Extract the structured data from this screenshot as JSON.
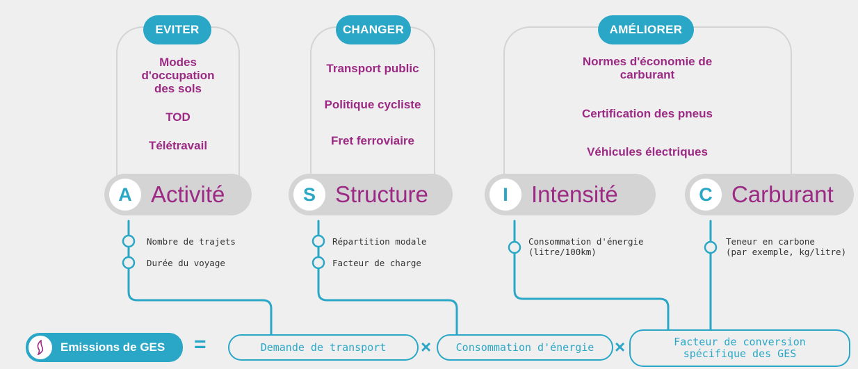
{
  "groups": [
    {
      "heading": "EVITER",
      "items": [
        "Modes d'occupation des sols",
        "TOD",
        "Télétravail"
      ]
    },
    {
      "heading": "CHANGER",
      "items": [
        "Transport public",
        "Politique cycliste",
        "Fret ferroviaire"
      ]
    },
    {
      "heading": "AMÉLIORER",
      "items": [
        "Normes d'économie de carburant",
        "Certification des pneus",
        "Véhicules électriques"
      ]
    }
  ],
  "categories": [
    {
      "letter": "A",
      "name": "Activité",
      "metrics": [
        "Nombre de trajets",
        "Durée du voyage"
      ]
    },
    {
      "letter": "S",
      "name": "Structure",
      "metrics": [
        "Répartition modale",
        "Facteur de charge"
      ]
    },
    {
      "letter": "I",
      "name": "Intensité",
      "metrics": [
        "Consommation d'énergie",
        "(litre/100km)"
      ]
    },
    {
      "letter": "C",
      "name": "Carburant",
      "metrics": [
        "Teneur en carbone",
        "(par exemple, kg/litre)"
      ]
    }
  ],
  "formula": {
    "result": "Emissions de GES",
    "equals": "=",
    "times": "×",
    "factors": [
      "Demande de transport",
      "Consommation d'énergie",
      "Facteur de conversion",
      "spécifique des GES"
    ]
  },
  "colors": {
    "teal": "#2aa7c6",
    "magenta": "#9c2a84",
    "grey": "#d4d4d4",
    "background": "#efefef"
  },
  "icons": {
    "result": "flame-icon"
  }
}
